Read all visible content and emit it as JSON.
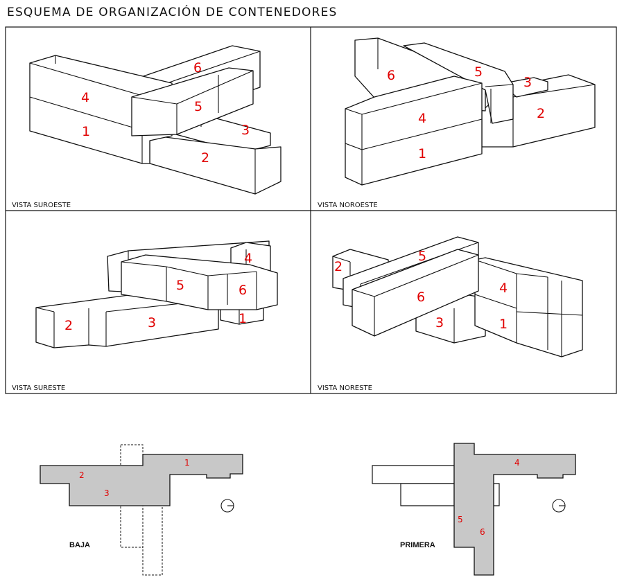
{
  "title": "ESQUEMA DE ORGANIZACIÓN DE CONTENEDORES",
  "views": [
    {
      "label": "VISTA SUROESTE",
      "numbers": [
        "1",
        "2",
        "3",
        "4",
        "5",
        "6"
      ]
    },
    {
      "label": "VISTA NOROESTE",
      "numbers": [
        "1",
        "2",
        "3",
        "4",
        "5",
        "6"
      ]
    },
    {
      "label": "VISTA SURESTE",
      "numbers": [
        "1",
        "2",
        "3",
        "4",
        "5",
        "6"
      ]
    },
    {
      "label": "VISTA NORESTE",
      "numbers": [
        "1",
        "2",
        "3",
        "4",
        "5",
        "6"
      ]
    }
  ],
  "plans": [
    {
      "label": "BAJA",
      "numbers": [
        "1",
        "2",
        "3"
      ]
    },
    {
      "label": "PRIMERA",
      "numbers": [
        "4",
        "5",
        "6"
      ]
    }
  ],
  "colors": {
    "container_number": "#e00000",
    "plan_fill": "#c8c8c8",
    "line": "#111111"
  }
}
